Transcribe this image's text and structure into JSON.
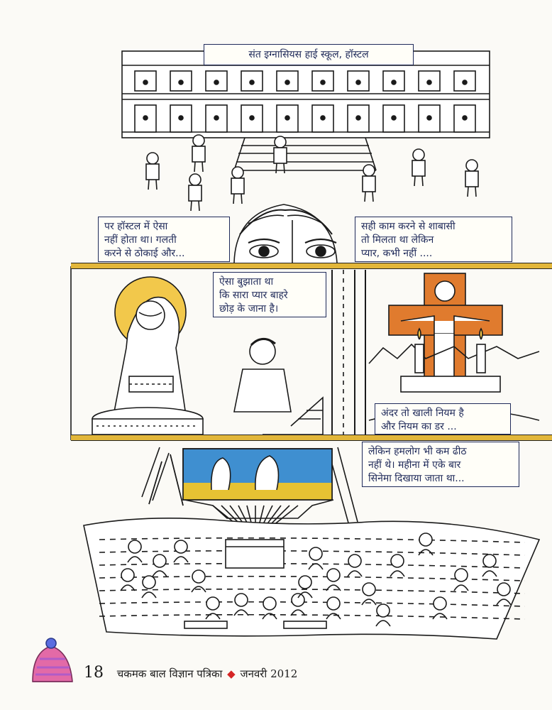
{
  "school_sign": "संत इग्नासियस हाई स्कूल, हॉस्टल",
  "captions": {
    "hostel": "पर हॉस्टल में ऐसा\nनहीं होता था। गलती\nकरने से ठोकाई और...",
    "praise": "सही काम करने से शाबासी\nतो मिलता था लेकिन\nप्यार, कभी नहीं ....",
    "love": "ऐसा बुझाता था\nकि सारा प्यार बाहरे\nछोड़ के जाना है।",
    "rules": "अंदर तो खाली नियम है\nऔर नियम का डर ...",
    "cinema": "लेकिन हमलोग भी कम ढीठ\nनहीं थे। महीना में एके बार\nसिनेमा दिखाया जाता था..."
  },
  "footer": {
    "page_number": "18",
    "magazine": "चकमक बाल विज्ञान पत्रिका",
    "separator": "◆",
    "issue": "जनवरी 2012"
  },
  "colors": {
    "band": "#e2b63a",
    "cross": "#e07b2e",
    "halo": "#f2c84b",
    "screen_sky": "#3f8fd0",
    "screen_ground": "#e6c233",
    "ink": "#1a1a1a"
  }
}
